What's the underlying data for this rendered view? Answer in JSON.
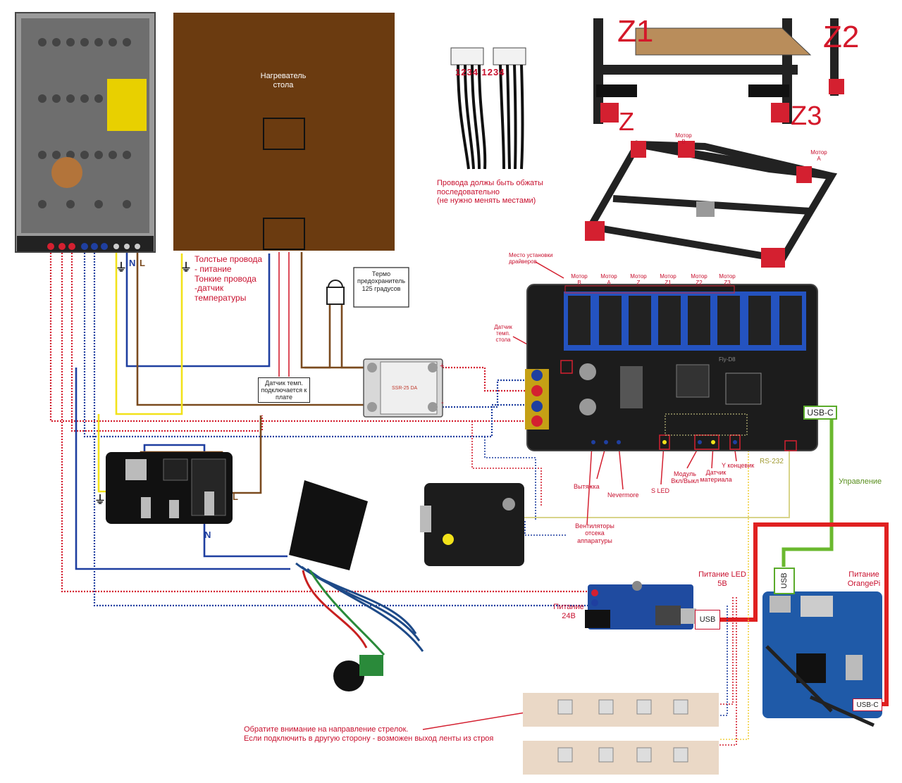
{
  "labels": {
    "bed_heater": "Нагреватель\nстола",
    "wires_note": "Толстые провода\n - питание\nТонкие провода\n -датчик\nтемпературы",
    "thermo_fuse": "Термо\nпредохранитель\n125 градусов",
    "temp_sensor_board": "Датчик темп.\nподключается к\nплате",
    "crimp_note": "Провода должы быть обжаты\nпоследовательно\n(не нужно менять местами)",
    "motor_b_top": "Мотор\nB",
    "motor_a_top": "Мотор\nA",
    "driver_place": "Место установки\nдрайверов",
    "bed_temp_sensor": "Датчик\nтемп.\nстола",
    "exhaust": "Вытяжка",
    "nevermore": "Nevermore",
    "s_led": "S LED",
    "power_module": "Модуль\nВкл/Выкл",
    "filament_sensor": "Датчик\nматериала",
    "y_endstop": "Y концевик",
    "rs232": "RS-232",
    "control": "Управление",
    "electronics_fans": "Вентиляторы\nотсека\nаппаратуры",
    "led_power": "Питание LED\n5В",
    "power_24v": "Питание\n24В",
    "orangepi_power": "Питание\nOrangePi",
    "strip_note": "Обратите внимание на направление стрелок.\nЕсли подключить в другую сторону - возможен выход ленты из строя",
    "usb_c_top": "USB-C",
    "usb_c_bottom": "USB-C",
    "usb": "USB",
    "usb_vertical": "USB",
    "ground1": "⏚",
    "ground2": "⏚",
    "ground3": "⏚",
    "n1": "N",
    "l1": "L",
    "n2": "N",
    "l2": "L",
    "plus": "+",
    "minus": "-",
    "z": "Z",
    "z1": "Z1",
    "z2": "Z2",
    "z3": "Z3",
    "pin_numbers": "1234 1234",
    "ssr_model": "SSR-25 DA",
    "board_model": "Fly-D8"
  },
  "motor_slots": [
    {
      "label": "Мотор\nB"
    },
    {
      "label": "Мотор\nA"
    },
    {
      "label": "Мотор\nZ"
    },
    {
      "label": "Мотор\nZ1"
    },
    {
      "label": "Мотор\nZ2"
    },
    {
      "label": "Мотор\nZ3"
    }
  ],
  "colors": {
    "phase": "#c8102e",
    "neutral": "#1f3fa0",
    "live": "#7a4a1e",
    "ground": "#f2e21a",
    "control": "#6ab82e",
    "heater": "#6b3b10"
  }
}
